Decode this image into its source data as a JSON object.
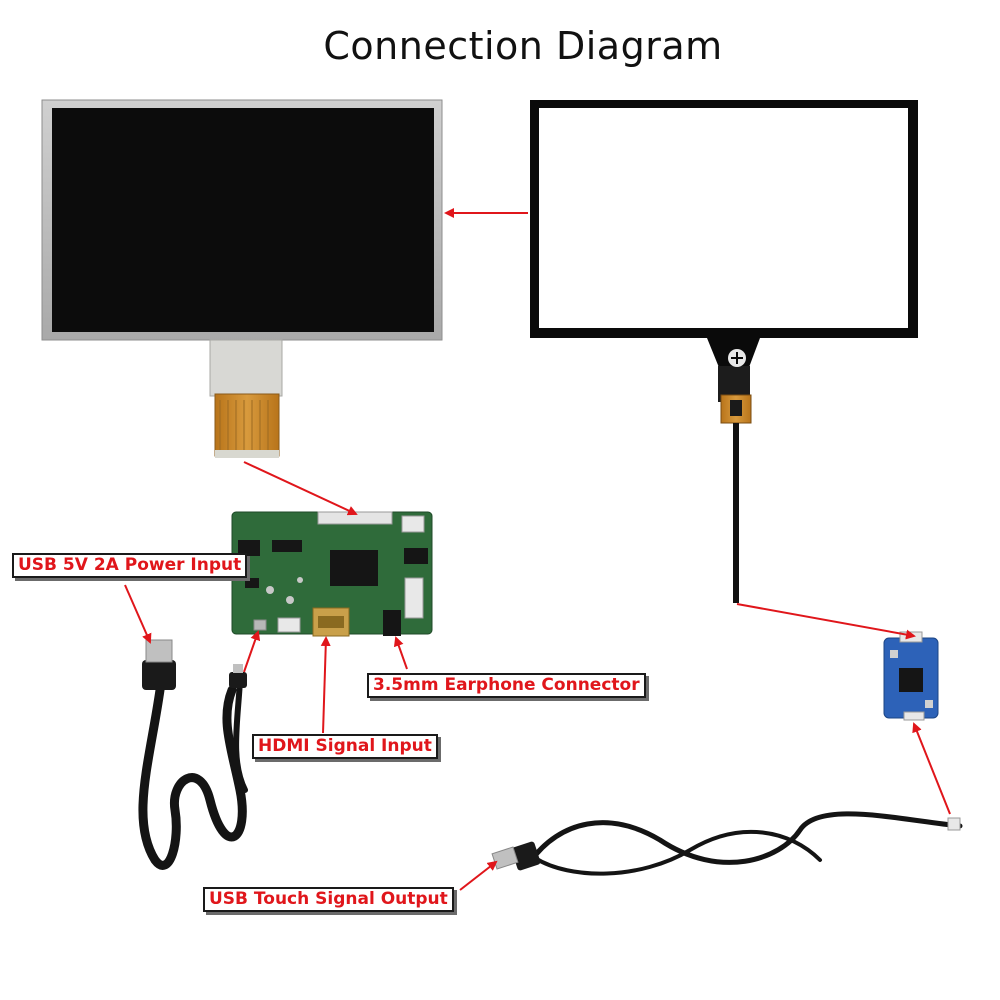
{
  "title": "Connection Diagram",
  "labels": {
    "power_input": "USB 5V 2A Power Input",
    "hdmi_input": "HDMI Signal Input",
    "earphone": "3.5mm Earphone Connector",
    "usb_touch_output": "USB Touch Signal Output"
  },
  "colors": {
    "arrow": "#e0161b",
    "label_text": "#e0161b",
    "pcb": "#2f6b3a",
    "lcd_bezel": "#bdbdbd",
    "lcd_screen": "#0c0c0c",
    "touch_border": "#0a0a0a",
    "fpc": "#c98a2c",
    "touch_controller": "#2d62b8"
  }
}
